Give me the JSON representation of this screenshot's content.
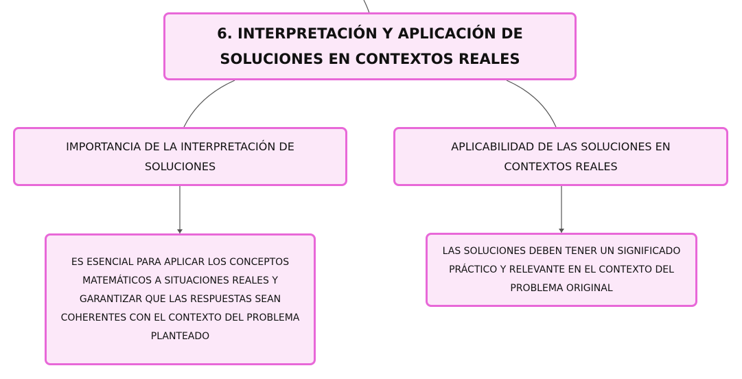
{
  "map": {
    "root": {
      "label": "6. INTERPRETACIÓN Y APLICACIÓN DE SOLUCIONES EN CONTEXTOS REALES"
    },
    "branches": [
      {
        "label": "IMPORTANCIA DE LA INTERPRETACIÓN DE SOLUCIONES",
        "leaf": "ES ESENCIAL PARA APLICAR LOS CONCEPTOS MATEMÁTICOS A SITUACIONES REALES Y GARANTIZAR QUE LAS RESPUESTAS SEAN COHERENTES CON EL CONTEXTO DEL PROBLEMA PLANTEADO"
      },
      {
        "label": "APLICABILIDAD DE LAS SOLUCIONES EN CONTEXTOS REALES",
        "leaf": "LAS SOLUCIONES DEBEN TENER UN SIGNIFICADO PRÁCTICO Y RELEVANTE EN EL CONTEXTO DEL PROBLEMA ORIGINAL"
      }
    ],
    "colors": {
      "node_border": "#e868d8",
      "node_fill": "#fce8f9",
      "connector": "#555555"
    }
  }
}
